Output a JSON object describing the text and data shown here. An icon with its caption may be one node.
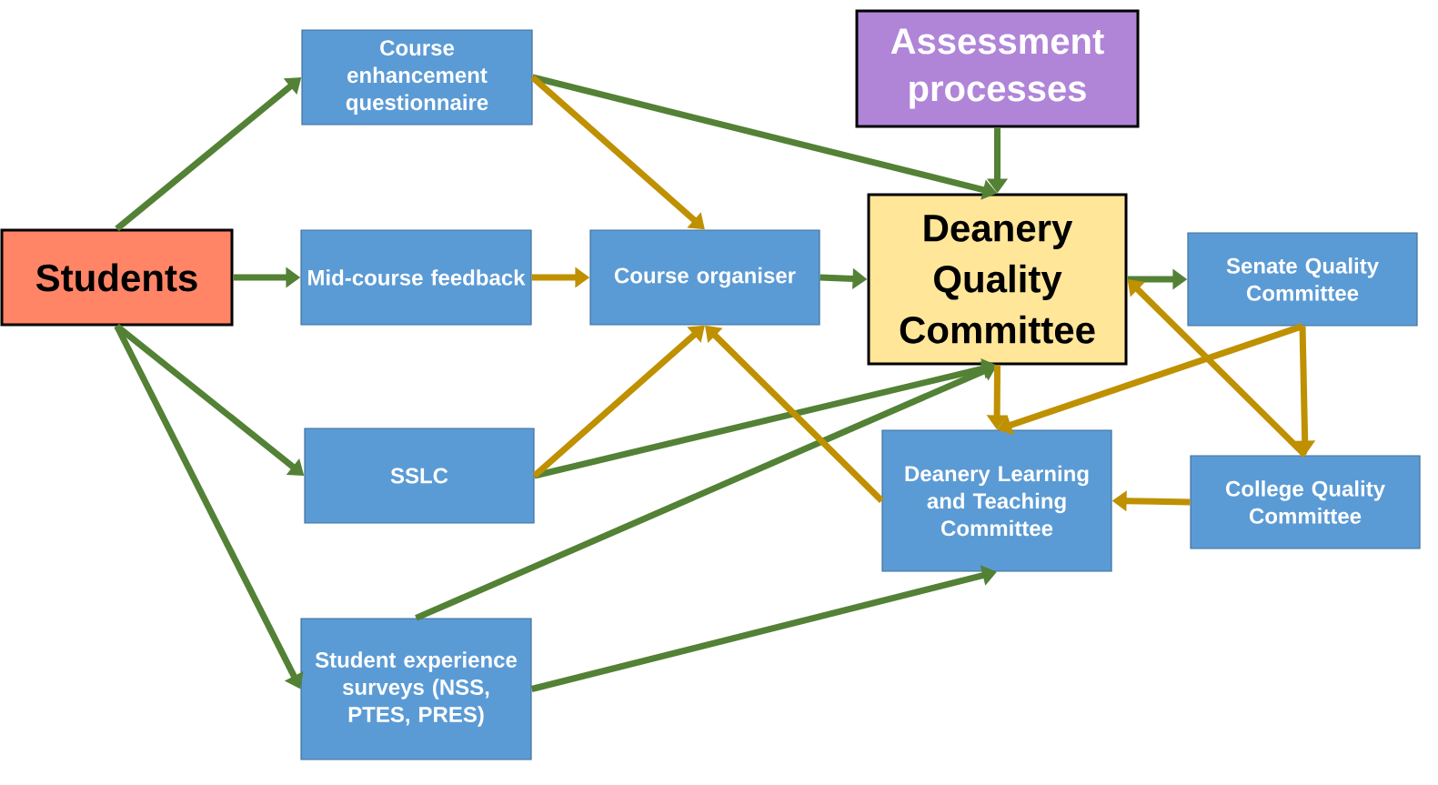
{
  "diagram": {
    "nodes": [
      {
        "text": [
          "Students"
        ]
      },
      {
        "text": [
          "Course enhancement questionnaire"
        ]
      },
      {
        "text": [
          "Mid-course feedback"
        ]
      },
      {
        "text": [
          "SSLC"
        ]
      },
      {
        "text": [
          "Student experience surveys (NSS, PTES, PRES)"
        ]
      },
      {
        "text": [
          "Course organiser"
        ]
      },
      {
        "text": [
          "Assessment processes"
        ]
      },
      {
        "text": [
          "Deanery Quality Committee"
        ]
      },
      {
        "text": [
          "Senate Quality Committee"
        ]
      },
      {
        "text": [
          "Deanery Learning and Teaching Committee"
        ]
      },
      {
        "text": [
          "College Quality Committee"
        ]
      }
    ],
    "edges": [
      {
        "from": 0,
        "to": 1,
        "arrow": "to"
      },
      {
        "from": 0,
        "to": 2,
        "arrow": "to"
      },
      {
        "from": 0,
        "to": 3,
        "arrow": "to"
      },
      {
        "from": 0,
        "to": 4,
        "arrow": "to"
      },
      {
        "from": 1,
        "to": 7,
        "arrow": "to"
      },
      {
        "from": 6,
        "to": 7,
        "arrow": "to"
      },
      {
        "from": 5,
        "to": 7,
        "arrow": "to"
      },
      {
        "from": 3,
        "to": 7,
        "arrow": "to"
      },
      {
        "from": 4,
        "to": 7,
        "arrow": "to"
      },
      {
        "from": 4,
        "to": 9,
        "arrow": "to"
      },
      {
        "from": 7,
        "to": 8,
        "arrow": "to"
      },
      {
        "from": 1,
        "to": 5,
        "arrow": "to",
        "color": "#bf9000"
      },
      {
        "from": 2,
        "to": 5,
        "arrow": "to",
        "color": "#bf9000"
      },
      {
        "from": 3,
        "to": 5,
        "arrow": "to",
        "color": "#bf9000"
      },
      {
        "from": 9,
        "to": 5,
        "arrow": "to",
        "color": "#bf9000"
      },
      {
        "from": 7,
        "to": 9,
        "arrow": "to",
        "color": "#bf9000"
      },
      {
        "from": 8,
        "to": 9,
        "arrow": "to",
        "color": "#bf9000"
      },
      {
        "from": 8,
        "to": 10,
        "arrow": "to",
        "color": "#bf9000"
      },
      {
        "from": 10,
        "to": 7,
        "arrow": "to",
        "color": "#bf9000"
      },
      {
        "from": 10,
        "to": 9,
        "arrow": "to",
        "color": "#bf9000"
      }
    ]
  }
}
